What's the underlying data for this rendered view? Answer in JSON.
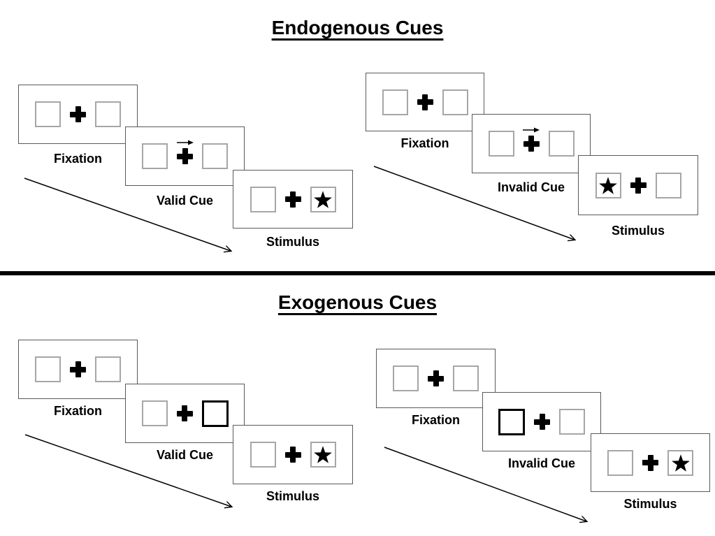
{
  "colors": {
    "ink": "#000000",
    "panel_border": "#595959",
    "placeholder_box_border": "#a6a6a6",
    "cued_box_border": "#000000",
    "divider": "#000000"
  },
  "icons": {
    "fixation_cross": "✚",
    "cue_arrow": "→",
    "stimulus_star": "★",
    "timeline_arrow": "↘"
  },
  "sections": [
    {
      "title": "Endogenous Cues",
      "groups": [
        {
          "name": "endogenous-valid",
          "panels": [
            {
              "label": "Fixation"
            },
            {
              "label": "Valid Cue"
            },
            {
              "label": "Stimulus"
            }
          ]
        },
        {
          "name": "endogenous-invalid",
          "panels": [
            {
              "label": "Fixation"
            },
            {
              "label": "Invalid Cue"
            },
            {
              "label": "Stimulus"
            }
          ]
        }
      ]
    },
    {
      "title": "Exogenous Cues",
      "groups": [
        {
          "name": "exogenous-valid",
          "panels": [
            {
              "label": "Fixation"
            },
            {
              "label": "Valid Cue"
            },
            {
              "label": "Stimulus"
            }
          ]
        },
        {
          "name": "exogenous-invalid",
          "panels": [
            {
              "label": "Fixation"
            },
            {
              "label": "Invalid Cue"
            },
            {
              "label": "Stimulus"
            }
          ]
        }
      ]
    }
  ]
}
